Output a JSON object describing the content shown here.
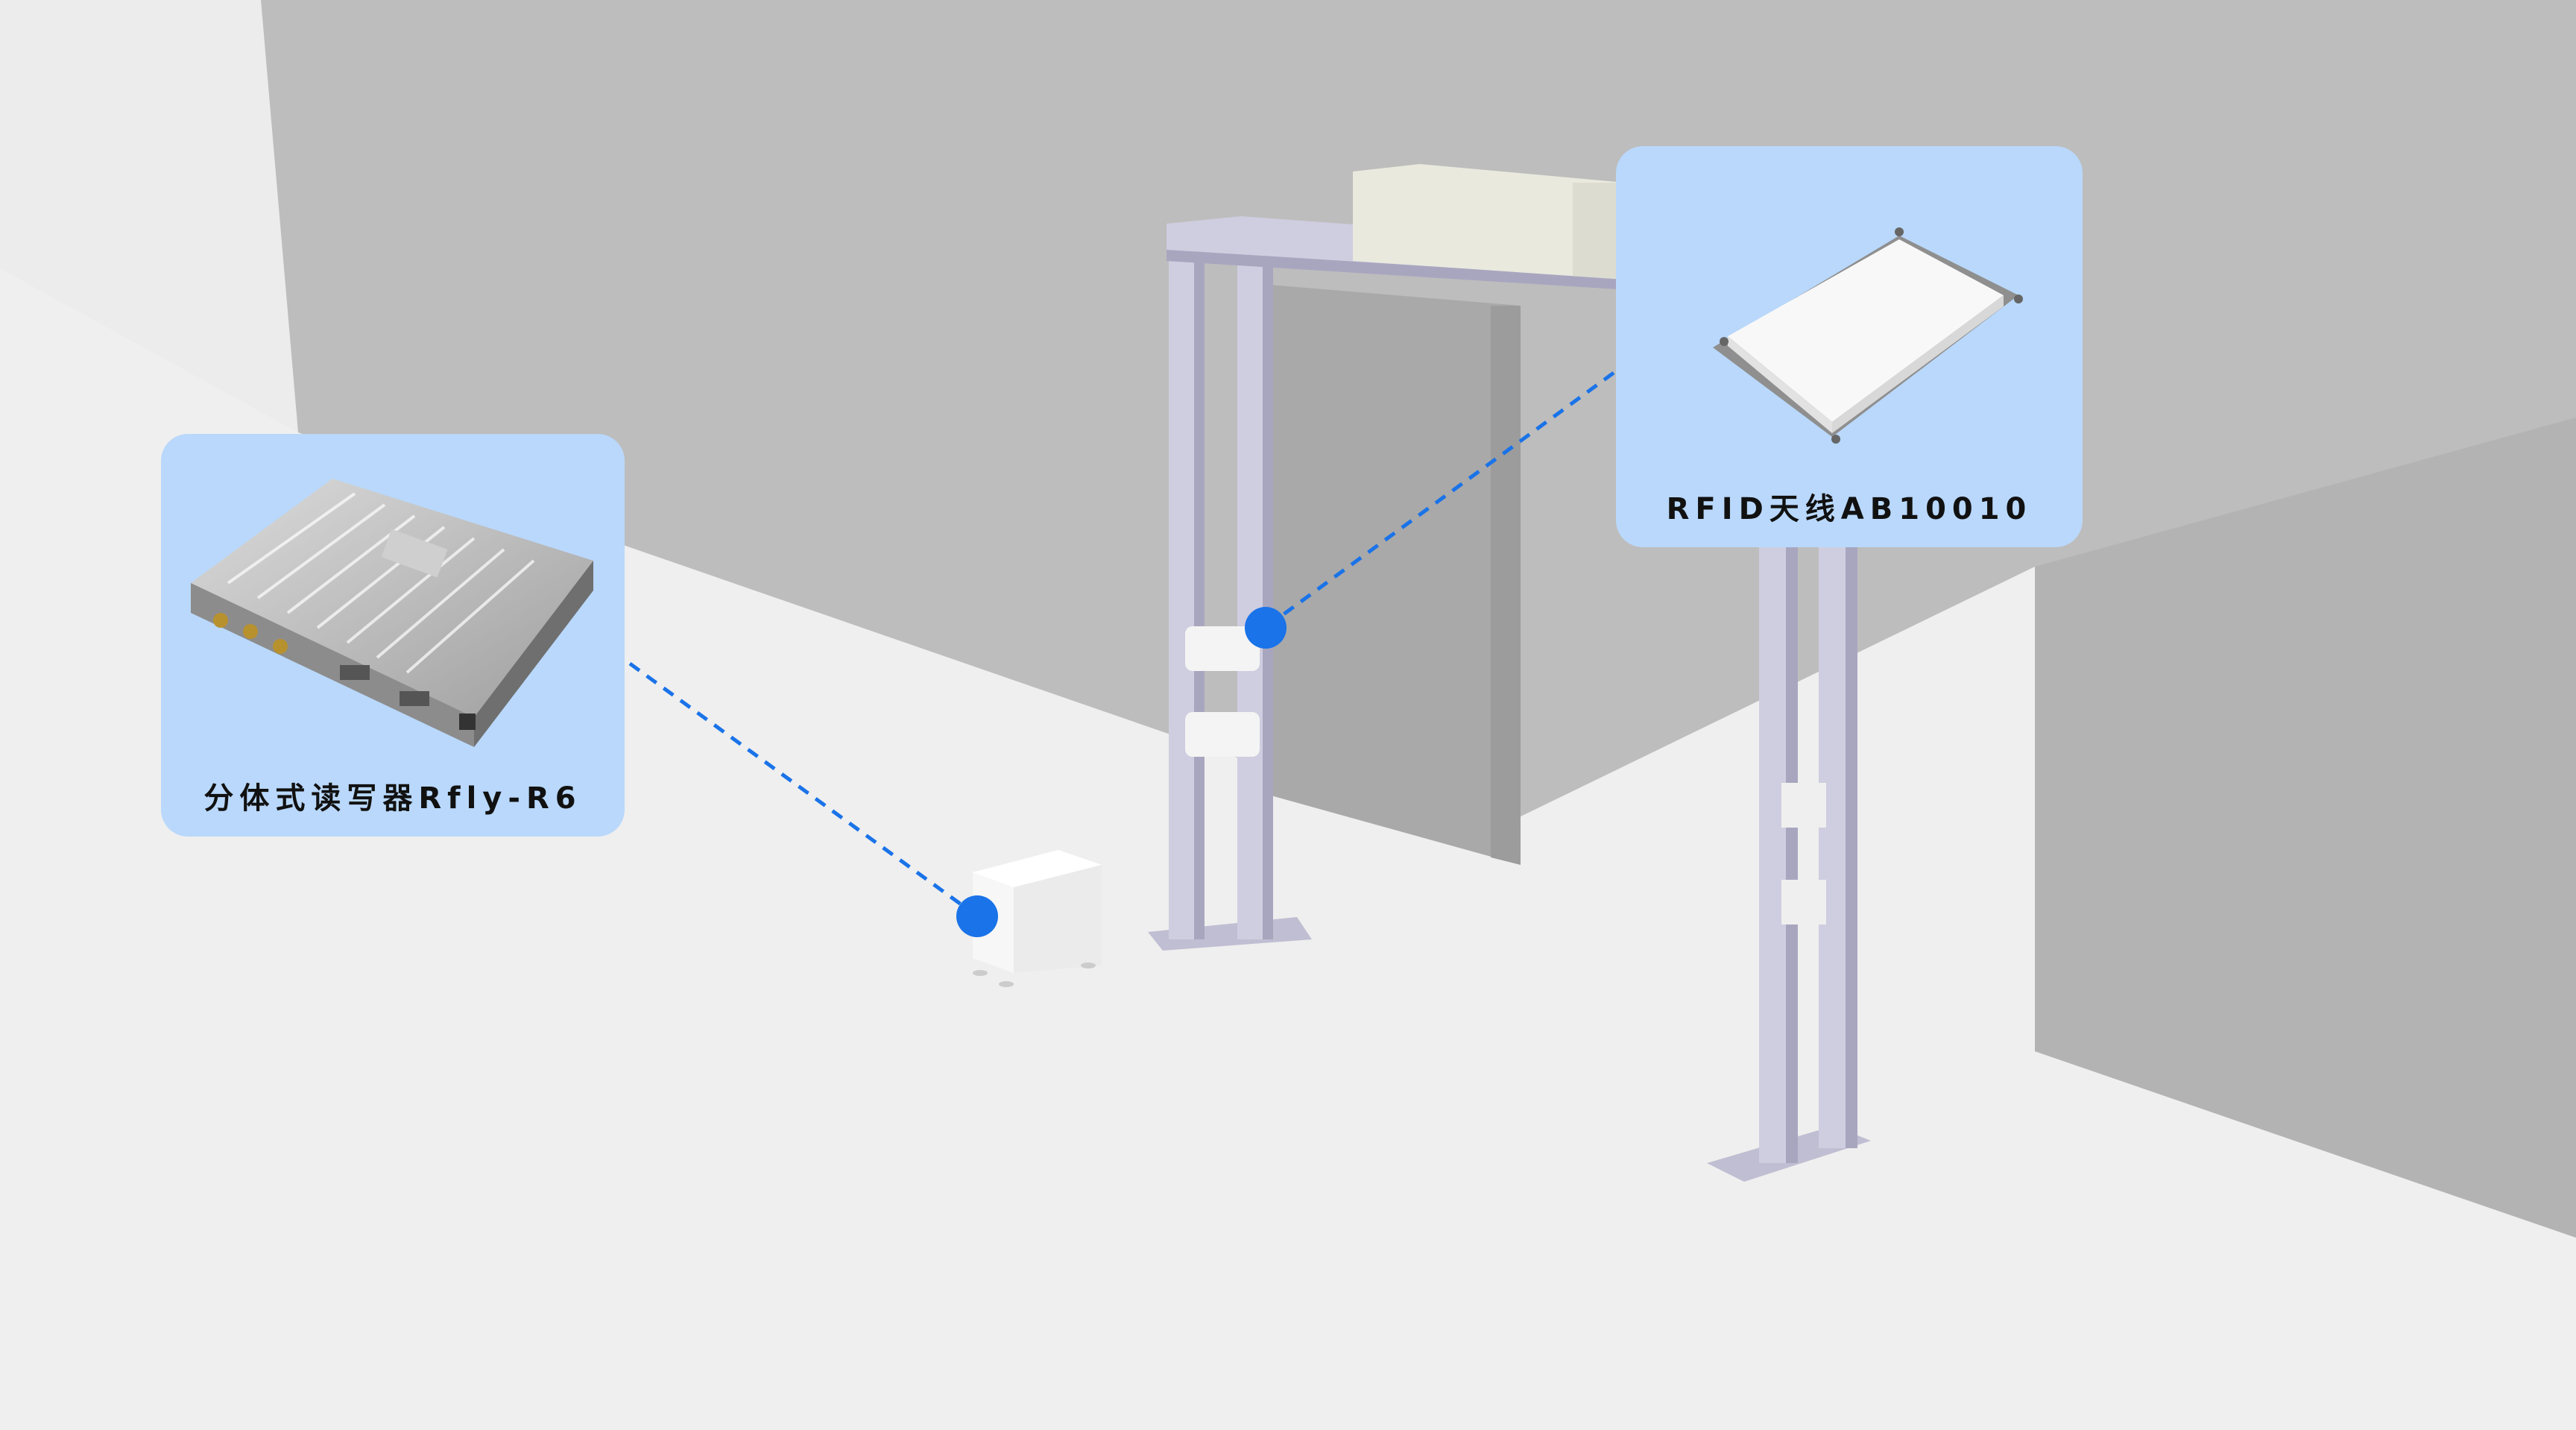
{
  "callouts": {
    "reader": {
      "label": "分体式读写器Rfly-R6",
      "image": "rfid-reader-device"
    },
    "antenna": {
      "label": "RFID天线AB10010",
      "image": "rfid-antenna-panel"
    }
  },
  "colors": {
    "accent_dot": "#1a73e8",
    "callout_bg": "#b9d8fb",
    "wall": "#bdbdbd",
    "floor": "#efefef",
    "frame": "#c9c6dc"
  }
}
